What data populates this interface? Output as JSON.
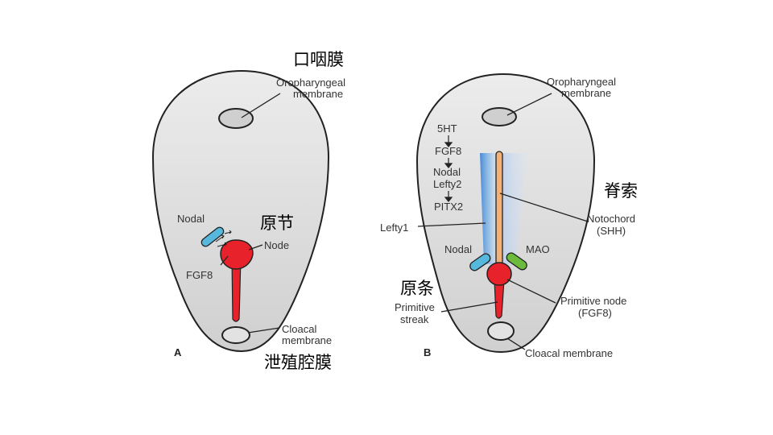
{
  "slide": {
    "cn_labels": {
      "oropharyngeal": "口咽膜",
      "node": "原节",
      "cloacal": "泄殖腔膜",
      "notochord": "脊索",
      "streak": "原条"
    }
  },
  "panel_a": {
    "letter": "A",
    "oropharyngeal": [
      "Oropharyngeal",
      "membrane"
    ],
    "nodal": "Nodal",
    "node": "Node",
    "fgf8": "FGF8",
    "cloacal": [
      "Cloacal",
      "membrane"
    ]
  },
  "panel_b": {
    "letter": "B",
    "oropharyngeal": [
      "Oropharyngeal",
      "membrane"
    ],
    "cascade": [
      "5HT",
      "FGF8",
      "Nodal",
      "Lefty2",
      "PITX2"
    ],
    "lefty1": "Lefty1",
    "nodal": "Nodal",
    "mao": "MAO",
    "notochord": [
      "Notochord",
      "(SHH)"
    ],
    "primitive_node": [
      "Primitive node",
      "(FGF8)"
    ],
    "primitive_streak": [
      "Primitive",
      "streak"
    ],
    "cloacal": "Cloacal membrane"
  },
  "colors": {
    "embryo_fill_top": "#ececec",
    "embryo_fill_bottom": "#d0d0d0",
    "outline": "#222222",
    "node_red": "#e8222a",
    "nodal_blue": "#56b8dc",
    "mao_green": "#6cbb3c",
    "notochord_orange": "#f0b27a",
    "lefty_blue": "#4a90d9"
  }
}
